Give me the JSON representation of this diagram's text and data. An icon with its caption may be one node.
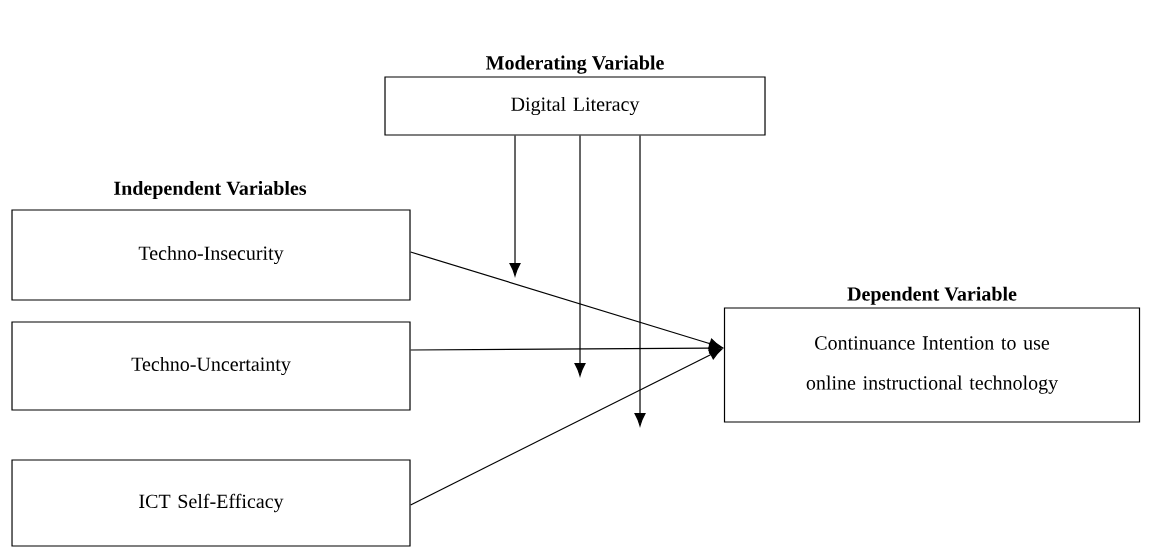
{
  "diagram": {
    "nodes": [
      {
        "text": [
          "Moderating Variable",
          "Digital Literacy"
        ]
      },
      {
        "text": [
          "Techno-Insecurity"
        ]
      },
      {
        "text": [
          "Techno-Uncertainty"
        ]
      },
      {
        "text": [
          "ICT Self-Efficacy"
        ]
      },
      {
        "text": [
          "Dependent Variable",
          "Continuance Intention to use online instructional technology"
        ]
      }
    ],
    "edges": [
      {
        "from": 1,
        "to": 4,
        "arrow": "to"
      },
      {
        "from": 2,
        "to": 4,
        "arrow": "to"
      },
      {
        "from": 3,
        "to": 4,
        "arrow": "to"
      },
      {
        "from": 0,
        "to": null,
        "arrow": "to"
      },
      {
        "from": 0,
        "to": null,
        "arrow": "to"
      },
      {
        "from": 0,
        "to": null,
        "arrow": "to"
      }
    ],
    "labels": [
      "Independent Variables"
    ]
  }
}
